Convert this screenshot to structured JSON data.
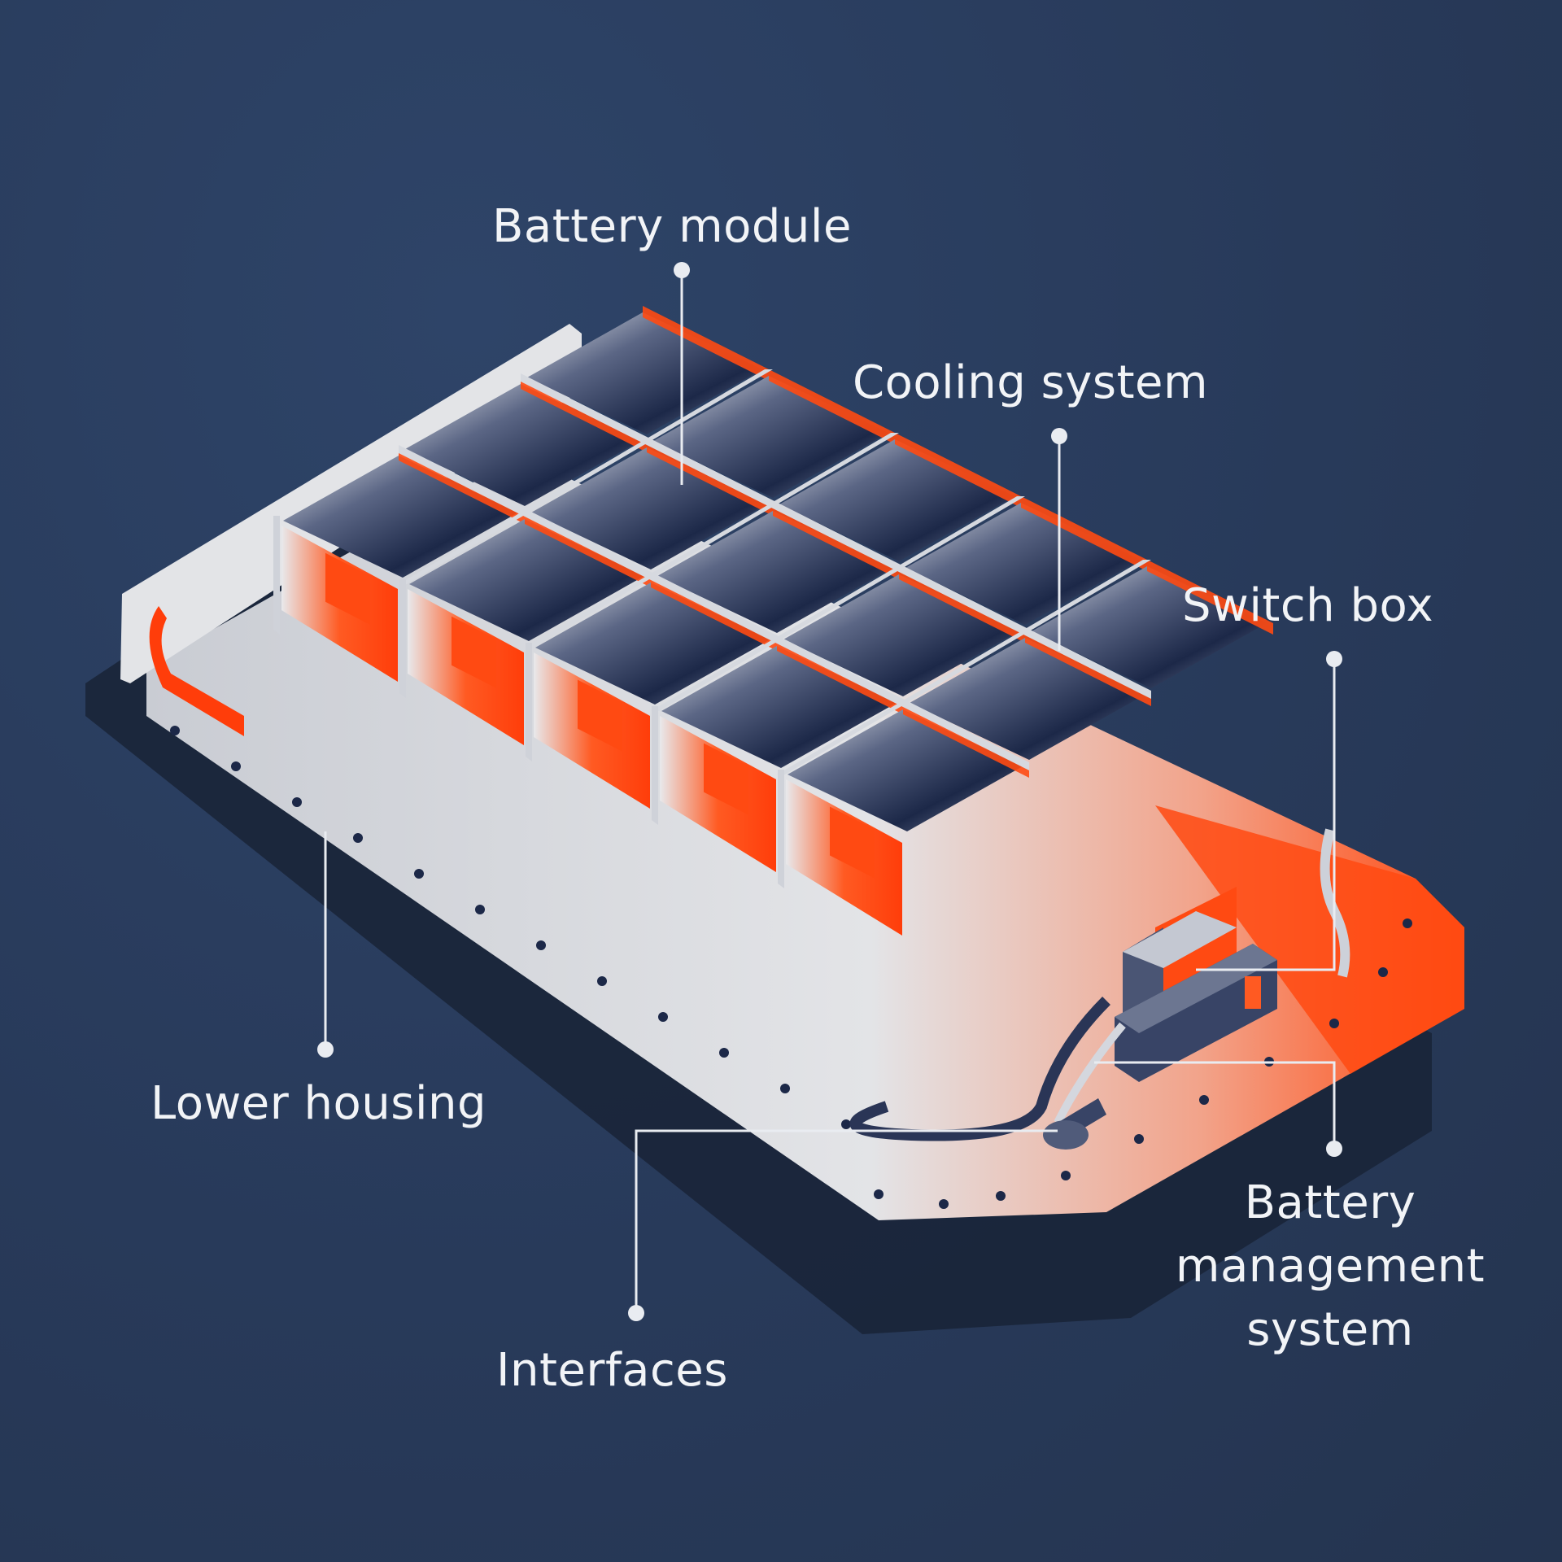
{
  "labels": {
    "battery_module": "Battery module",
    "cooling_system": "Cooling system",
    "switch_box": "Switch box",
    "lower_housing": "Lower housing",
    "battery_management_system": [
      "Battery",
      "management",
      "system"
    ],
    "interfaces": "Interfaces"
  },
  "colors": {
    "background": "#283a5a",
    "accent": "#ff4a12",
    "housing": "#d9dadd",
    "cell_dark": "#1c2848",
    "leader_line": "#e9ecf1"
  }
}
